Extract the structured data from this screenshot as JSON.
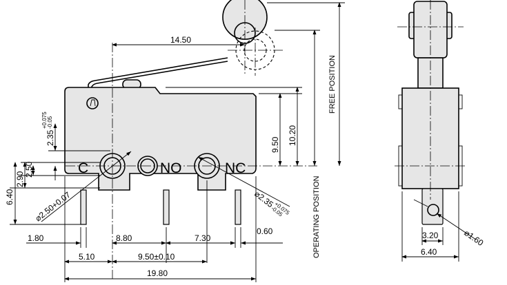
{
  "terminals": {
    "common": "C",
    "normally_open": "NO",
    "normally_closed": "NC"
  },
  "vertical_labels": {
    "free_position": "FREE  POSITION",
    "operating_position": "OPERATING  POSITION"
  },
  "dims": {
    "lever_length": "14.50",
    "actuator_height": "2.35",
    "actuator_height_tol_upper": "+0.075",
    "actuator_height_tol_lower": "-0.05",
    "h_2_90": "2.90",
    "h_2_50": "2.50",
    "h_6_40": "6.40",
    "body_height": "9.50",
    "body_height_total": "10.20",
    "hole_dia_left": "⌀2.50+0.07",
    "hole_dia_right": "⌀2.35",
    "hole_dia_right_tol_upper": "+0.075",
    "hole_dia_right_tol_lower": "-0.05",
    "d_1_80": "1.80",
    "d_8_80": "8.80",
    "d_7_30": "7.30",
    "d_0_60": "0.60",
    "d_5_10": "5.10",
    "d_9_50": "9.50±0.10",
    "d_19_80": "19.80",
    "side_3_20": "3.20",
    "side_6_40": "6.40",
    "side_dia": "⌀1.60"
  }
}
